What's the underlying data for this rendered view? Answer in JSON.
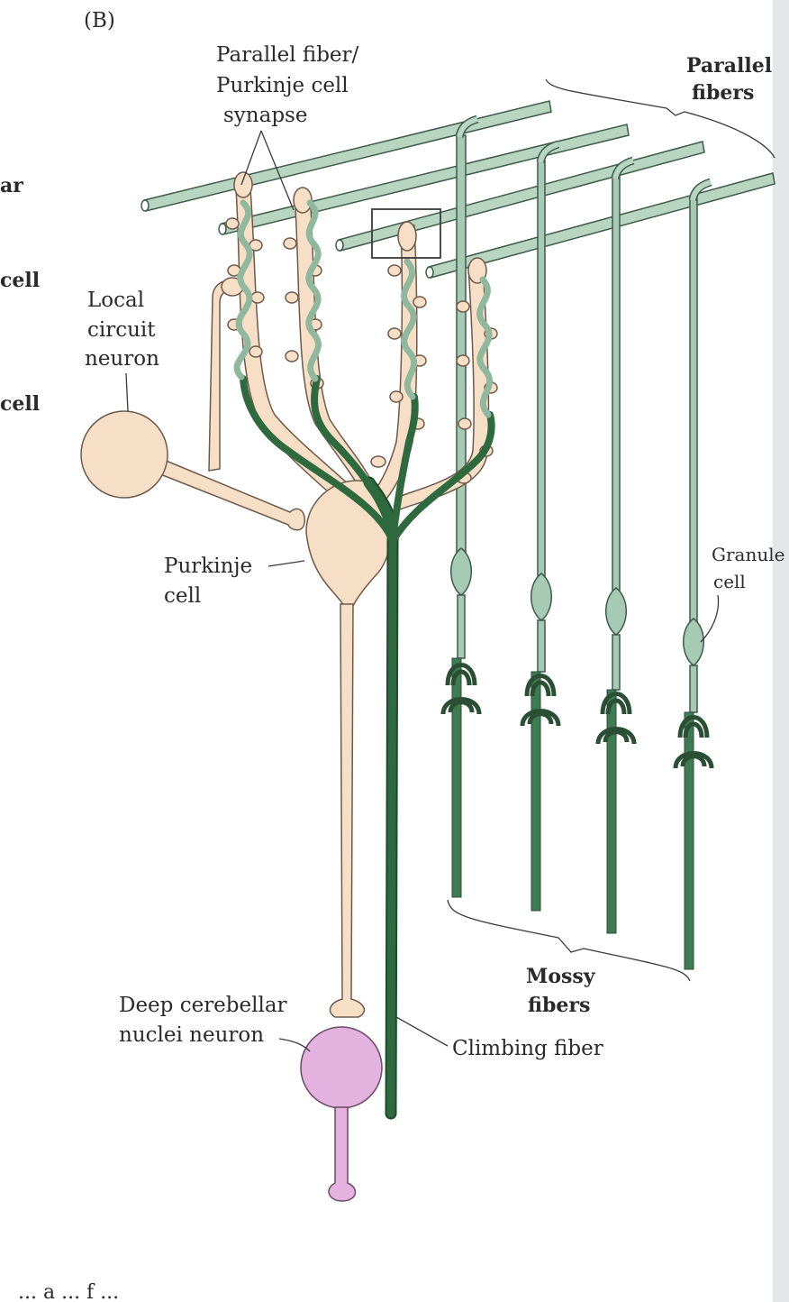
{
  "panel_label": "(B)",
  "labels": {
    "pf_synapse_1": "Parallel fiber/",
    "pf_synapse_2": "Purkinje cell",
    "pf_synapse_3": "synapse",
    "parallel_fibers_1": "Parallel",
    "parallel_fibers_2": "fibers",
    "local_circuit_1": "Local",
    "local_circuit_2": "circuit",
    "local_circuit_3": "neuron",
    "purkinje_1": "Purkinje",
    "purkinje_2": "cell",
    "granule_1": "Granule",
    "granule_2": "cell",
    "mossy_1": "Mossy",
    "mossy_2": "fibers",
    "deep_1": "Deep cerebellar",
    "deep_2": "nuclei neuron",
    "climbing": "Climbing fiber"
  },
  "cropped_left_text": [
    "ar",
    "cell",
    "cell"
  ],
  "cropped_bottom_text": "... a ... f ...",
  "colors": {
    "purkinje": "#f7dfc7",
    "purkinje_stroke": "#6d5a4a",
    "parallel_fiber": "#b8d5c2",
    "granule": "#a7cab5",
    "fiber_stroke": "#3e5a48",
    "climbing": "#2e6a3e",
    "mossy": "#3f7b52",
    "deep_nuclei": "#e3b2df",
    "deep_stroke": "#6a4a66",
    "page_edge": "#dfe4e8"
  }
}
